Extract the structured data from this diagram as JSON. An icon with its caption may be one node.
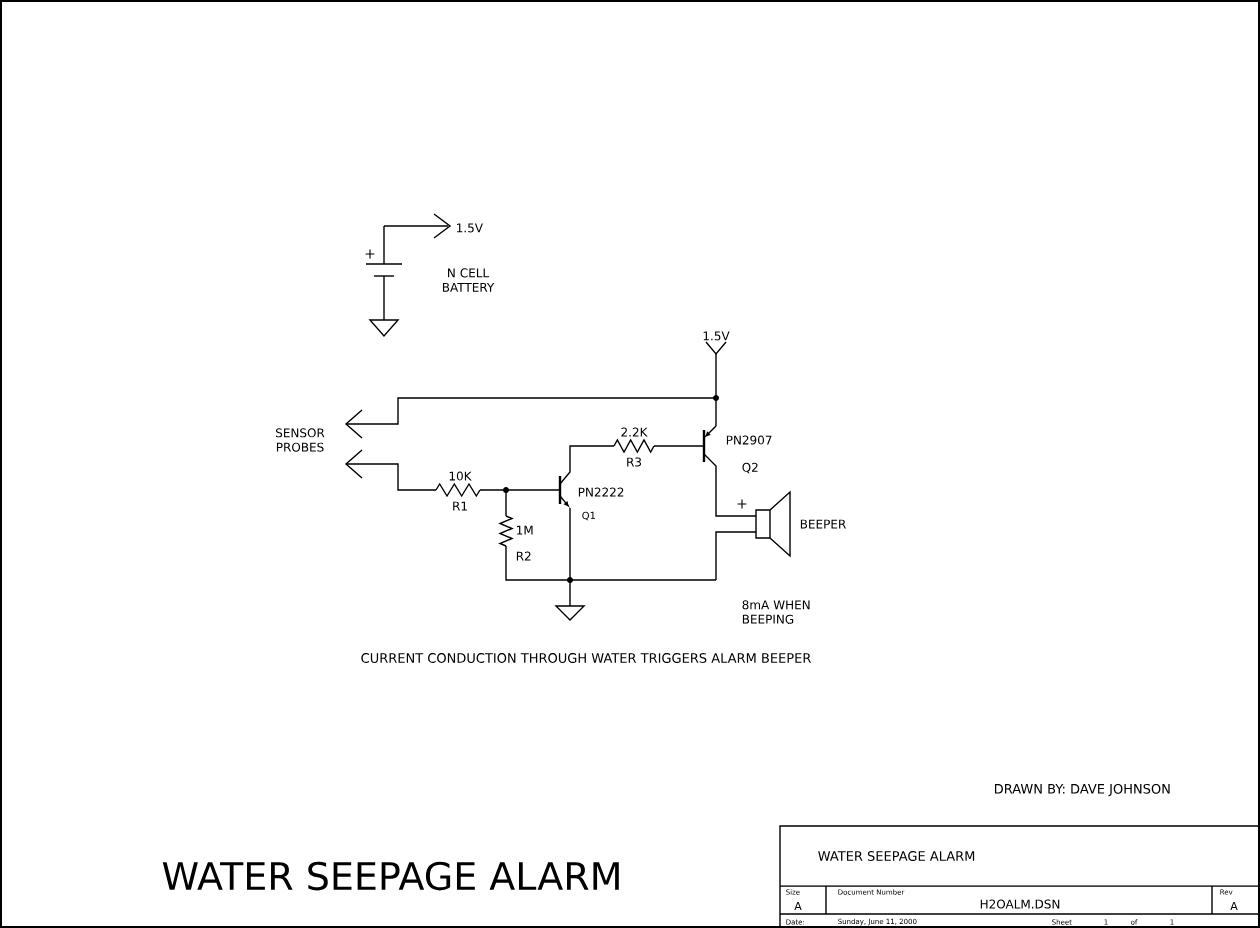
{
  "diagram": {
    "title": "WATER SEEPAGE ALARM",
    "caption": "CURRENT CONDUCTION THROUGH WATER TRIGGERS ALARM BEEPER",
    "labels": [
      "1.5V",
      "N CELL BATTERY",
      "+",
      "1.5V",
      "SENSOR PROBES",
      "2.2K",
      "PN2907",
      "R3",
      "Q2",
      "10K",
      "R1",
      "PN2222",
      "Q1",
      "1M",
      "R2",
      "+",
      "BEEPER",
      "8mA WHEN BEEPING",
      "DRAWN BY: DAVE JOHNSON",
      "WATER SEEPAGE ALARM",
      "Size",
      "A",
      "Document Number",
      "H2OALM.DSN",
      "Rev",
      "A",
      "Date:",
      "Sunday, June 11, 2000",
      "Sheet",
      "1",
      "of",
      "1"
    ]
  }
}
